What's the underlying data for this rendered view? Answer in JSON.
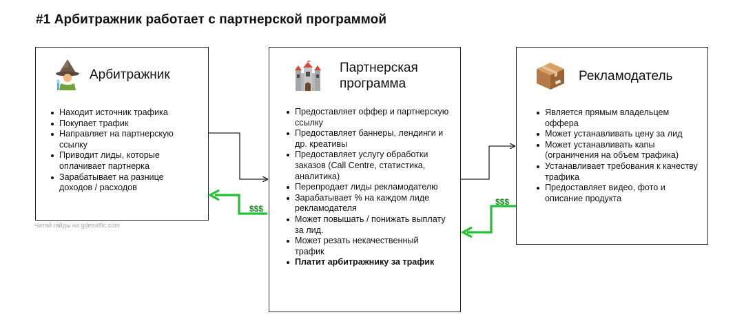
{
  "title": "#1 Арбитражник работает с партнерской программой",
  "watermark": "Читай гайды на gdetraffic.com",
  "money_left": "$$$",
  "money_right": "$$$",
  "colors": {
    "money": "#1a8d22",
    "arrow": "#22c232",
    "border": "#222222"
  },
  "boxes": {
    "left": {
      "icon": "wizard-icon",
      "title": "Арбитражник",
      "items": [
        "Находит источник трафика",
        "Покупает трафик",
        "Направляет на партнерскую ссылку",
        "Приводит лиды, которые оплачивает партнерка",
        "Зарабатывает на разнице доходов / расходов"
      ]
    },
    "middle": {
      "icon": "castle-icon",
      "title": "Партнерская программа",
      "items": [
        "Предоставляет оффер и партнерскую ссылку",
        "Предоставляет баннеры, лендинги и др. креативы",
        "Предоставляет услугу обработки заказов (Call Centre, статистика, аналитика)",
        "Перепродает лиды рекламодателю",
        "Зарабатывает % на каждом лиде рекламодателя",
        "Может повышать / понижать выплату за лид.",
        "Может резать некачественный трафик",
        "Платит арбитражнику за трафик"
      ]
    },
    "right": {
      "icon": "package-icon",
      "title": "Рекламодатель",
      "items": [
        "Является прямым владельцем оффера",
        "Может устанавливать цену за лид",
        "Может устанавливать капы (ограничения на объем трафика)",
        "Устанавливает требования к качеству трафика",
        "Предоставляет видео, фото и описание продукта"
      ]
    }
  }
}
